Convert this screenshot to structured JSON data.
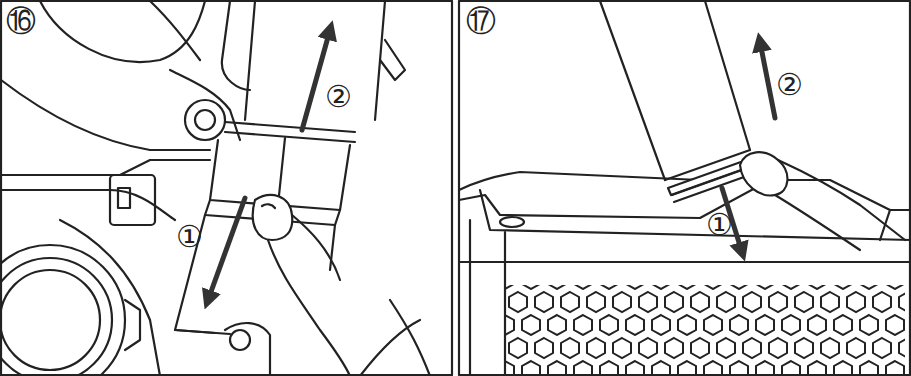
{
  "diagram": {
    "labels": [
      "⑯",
      "②",
      "①",
      "⑰",
      "②",
      "①"
    ]
  }
}
